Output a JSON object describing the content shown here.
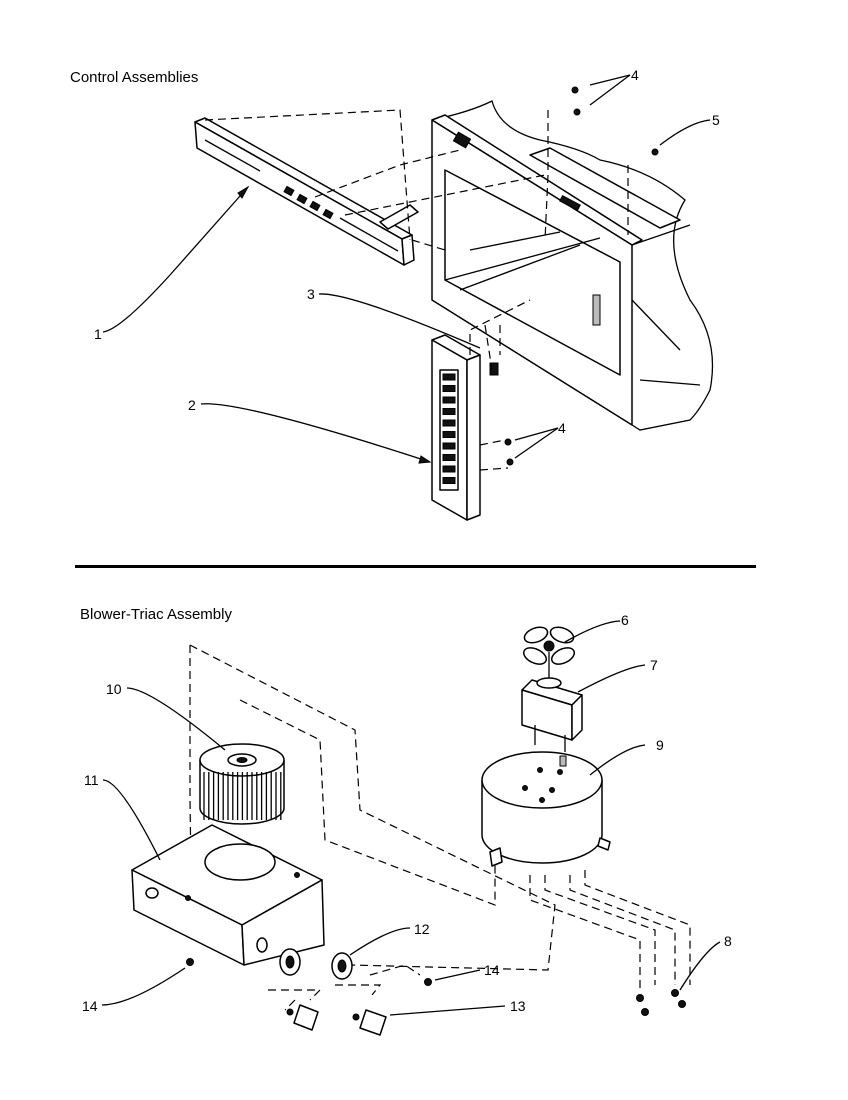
{
  "sections": {
    "control_title": "Control Assemblies",
    "blower_title": "Blower-Triac Assembly"
  },
  "callouts": [
    "1",
    "2",
    "3",
    "4",
    "4",
    "5",
    "6",
    "7",
    "8",
    "9",
    "10",
    "11",
    "12",
    "13",
    "14",
    "14"
  ]
}
